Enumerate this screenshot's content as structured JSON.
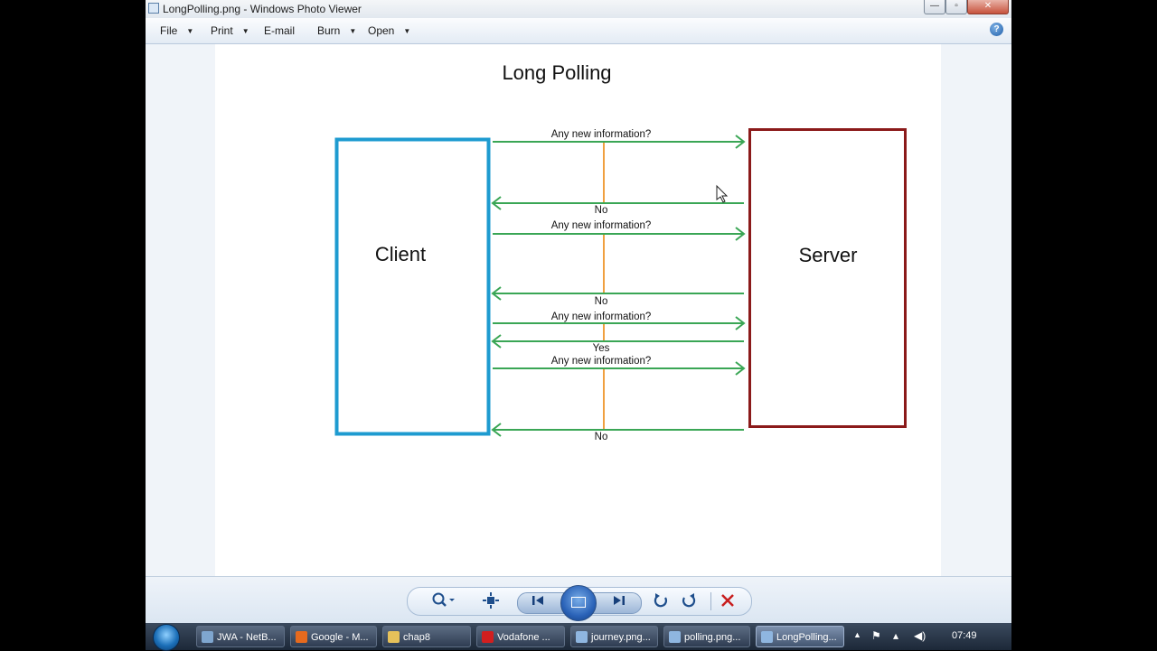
{
  "window": {
    "title": "LongPolling.png - Windows Photo Viewer"
  },
  "menu": {
    "file": "File",
    "print": "Print",
    "email": "E-mail",
    "burn": "Burn",
    "open": "Open",
    "help": "?"
  },
  "diagram": {
    "title": "Long Polling",
    "client_label": "Client",
    "server_label": "Server",
    "exchanges": [
      {
        "request": "Any new information?",
        "response": "No"
      },
      {
        "request": "Any new information?",
        "response": "No"
      },
      {
        "request": "Any new information?",
        "response": "Yes"
      },
      {
        "request": "Any new information?",
        "response": "No"
      }
    ],
    "colors": {
      "client_border": "#1e9bd0",
      "server_border": "#8b1a1a",
      "arrow": "#3aa655",
      "wait_line": "#f0a040"
    }
  },
  "toolbar": {
    "zoom_icon": "magnifier-icon",
    "fit_icon": "actual-size-icon",
    "prev_icon": "previous-icon",
    "slideshow_icon": "slideshow-icon",
    "next_icon": "next-icon",
    "rotate_left_icon": "rotate-counterclockwise-icon",
    "rotate_right_icon": "rotate-clockwise-icon",
    "delete_icon": "delete-icon"
  },
  "taskbar": {
    "tasks": [
      {
        "label": "JWA - NetB...",
        "color": "#7fa6cf"
      },
      {
        "label": "Google - M...",
        "color": "#e66a1e"
      },
      {
        "label": "chap8",
        "color": "#e6c15a"
      },
      {
        "label": "Vodafone ...",
        "color": "#d21f1f"
      },
      {
        "label": "journey.png...",
        "color": "#8fb6e0"
      },
      {
        "label": "polling.png...",
        "color": "#8fb6e0"
      },
      {
        "label": "LongPolling...",
        "color": "#8fb6e0"
      }
    ],
    "clock": "07:49"
  }
}
